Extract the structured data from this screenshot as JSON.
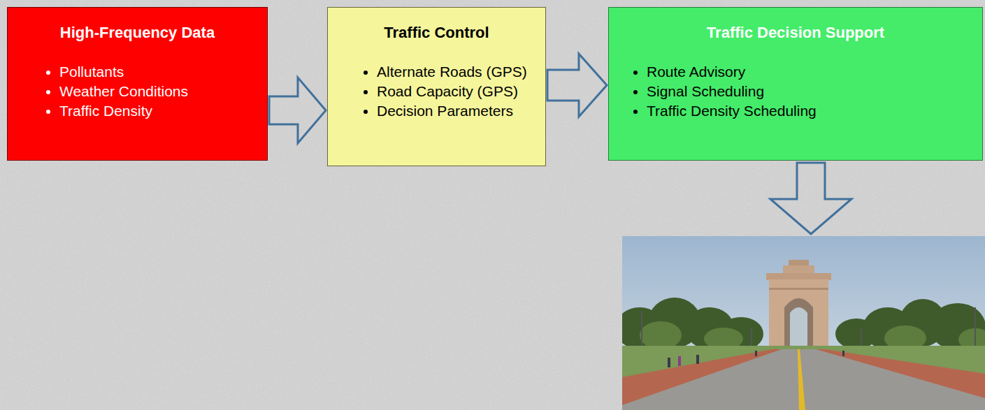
{
  "diagram": {
    "nodes": [
      {
        "text": [
          "High-Frequency Data",
          "Pollutants",
          "Weather Conditions",
          "Traffic Density"
        ]
      },
      {
        "text": [
          "Traffic Control",
          "Alternate Roads (GPS)",
          "Road Capacity (GPS)",
          "Decision Parameters"
        ]
      },
      {
        "text": [
          "Traffic Decision Support",
          "Route Advisory",
          "Signal Scheduling",
          "Traffic Density Scheduling"
        ]
      }
    ],
    "edges": [
      {
        "from": 0,
        "to": 1,
        "arrow": "to"
      },
      {
        "from": 1,
        "to": 2,
        "arrow": "to"
      }
    ]
  }
}
